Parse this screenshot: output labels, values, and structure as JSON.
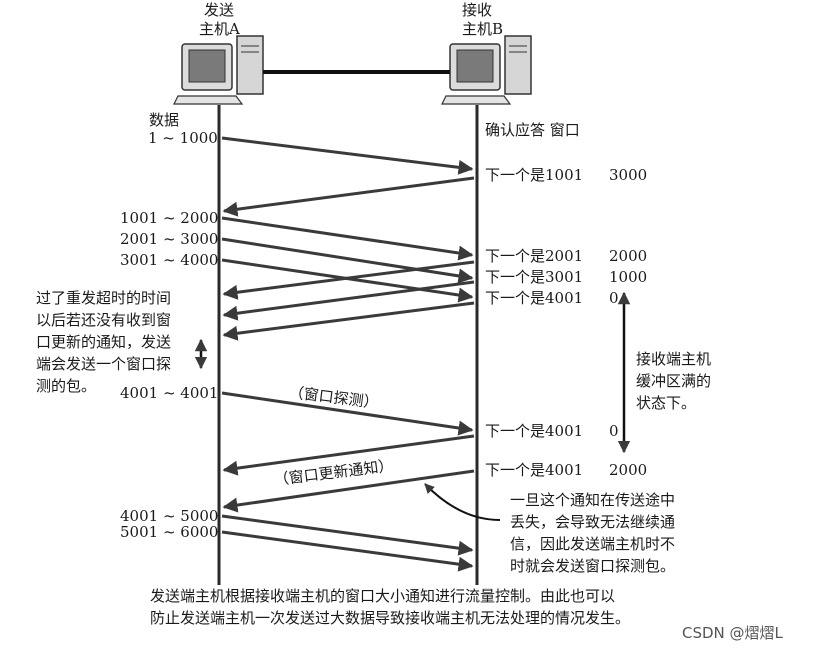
{
  "hosts": {
    "sender": [
      "发送",
      "主机A"
    ],
    "receiver": [
      "接收",
      "主机B"
    ]
  },
  "labels": {
    "data_header": "数据",
    "ack_header": "确认应答 窗口"
  },
  "segments_sent": [
    "1 ~ 1000",
    "1001 ~ 2000",
    "2001 ~ 3000",
    "3001 ~ 4000",
    "4001 ~ 4001",
    "4001 ~ 5000",
    "5001 ~ 6000"
  ],
  "acks": [
    {
      "text": "下一个是1001",
      "window": "3000"
    },
    {
      "text": "下一个是2001",
      "window": "2000"
    },
    {
      "text": "下一个是3001",
      "window": "1000"
    },
    {
      "text": "下一个是4001",
      "window": "0"
    },
    {
      "text": "下一个是4001",
      "window": "0"
    },
    {
      "text": "下一个是4001",
      "window": "2000"
    }
  ],
  "probe_label": "（窗口探测）",
  "update_label": "（窗口更新通知）",
  "timeout_note": [
    "过了重发超时的时间",
    "以后若还没有收到窗",
    "口更新的通知，发送",
    "端会发送一个窗口探",
    "测的包。"
  ],
  "buffer_note": [
    "接收端主机",
    "缓冲区满的",
    "状态下。"
  ],
  "loss_note": [
    "一旦这个通知在传送途中",
    "丢失，会导致无法继续通",
    "信，因此发送端主机时不",
    "时就会发送窗口探测包。"
  ],
  "caption": [
    "发送端主机根据接收端主机的窗口大小通知进行流量控制。由此也可以",
    "防止发送端主机一次发送过大数据导致接收端主机无法处理的情况发生。"
  ],
  "watermark": "CSDN @熠熠L"
}
